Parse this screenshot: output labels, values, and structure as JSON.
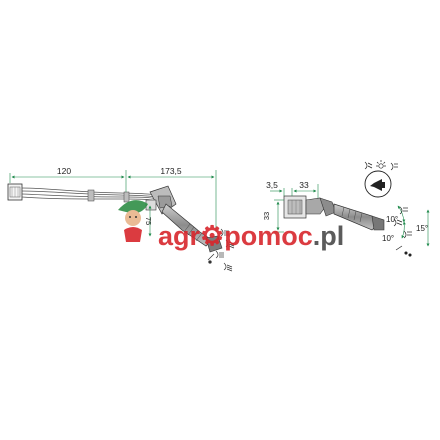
{
  "dimensions": {
    "cable_length": "120",
    "body_length": "173,5",
    "left_side": "75",
    "offset": "3,5",
    "width": "33",
    "height": "33"
  },
  "angles": {
    "top": "10°",
    "middle": "10°",
    "side": "15°"
  },
  "watermark": {
    "part1": "agr",
    "part2": "pomoc",
    "part3": ".pl"
  },
  "colors": {
    "dimension_line": "#1f8a4c",
    "watermark_red": "#d8262c",
    "watermark_dark": "#4a4a4a",
    "part_gray": "#9c9c9c"
  },
  "icons": [
    "headlight-icon",
    "horn-icon",
    "low-beam-icon",
    "high-beam-icon",
    "indicator-icon",
    "wiper-icon"
  ]
}
